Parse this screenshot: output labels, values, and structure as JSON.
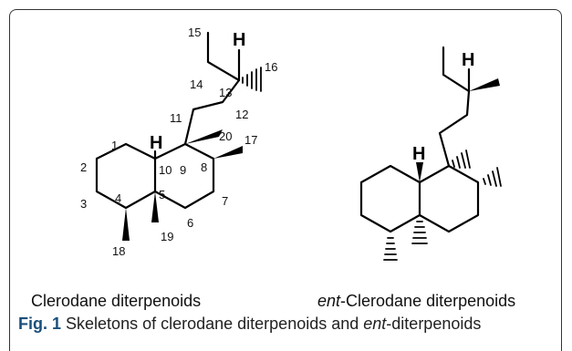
{
  "structures": {
    "clerodane": {
      "name": "Clerodane diterpenoids",
      "stereo_h_label": "H",
      "atom_labels": {
        "c1": "1",
        "c2": "2",
        "c3": "3",
        "c4": "4",
        "c5": "5",
        "c8": "8",
        "c7": "7",
        "c6": "6",
        "c9": "9",
        "c10": "10",
        "c11": "11",
        "c12": "12",
        "c13": "13",
        "c14": "14",
        "c15": "15",
        "c16": "16",
        "c17": "17",
        "c18": "18",
        "c19": "19",
        "c20": "20"
      }
    },
    "ent_clerodane": {
      "name_prefix": "ent",
      "name_rest": "-Clerodane diterpenoids",
      "stereo_h_label": "H"
    }
  },
  "caption": {
    "label": "Fig. 1",
    "text_before": "Skeletons of clerodane diterpenoids and ",
    "text_italic": "ent",
    "text_after": "-diterpenoids"
  }
}
